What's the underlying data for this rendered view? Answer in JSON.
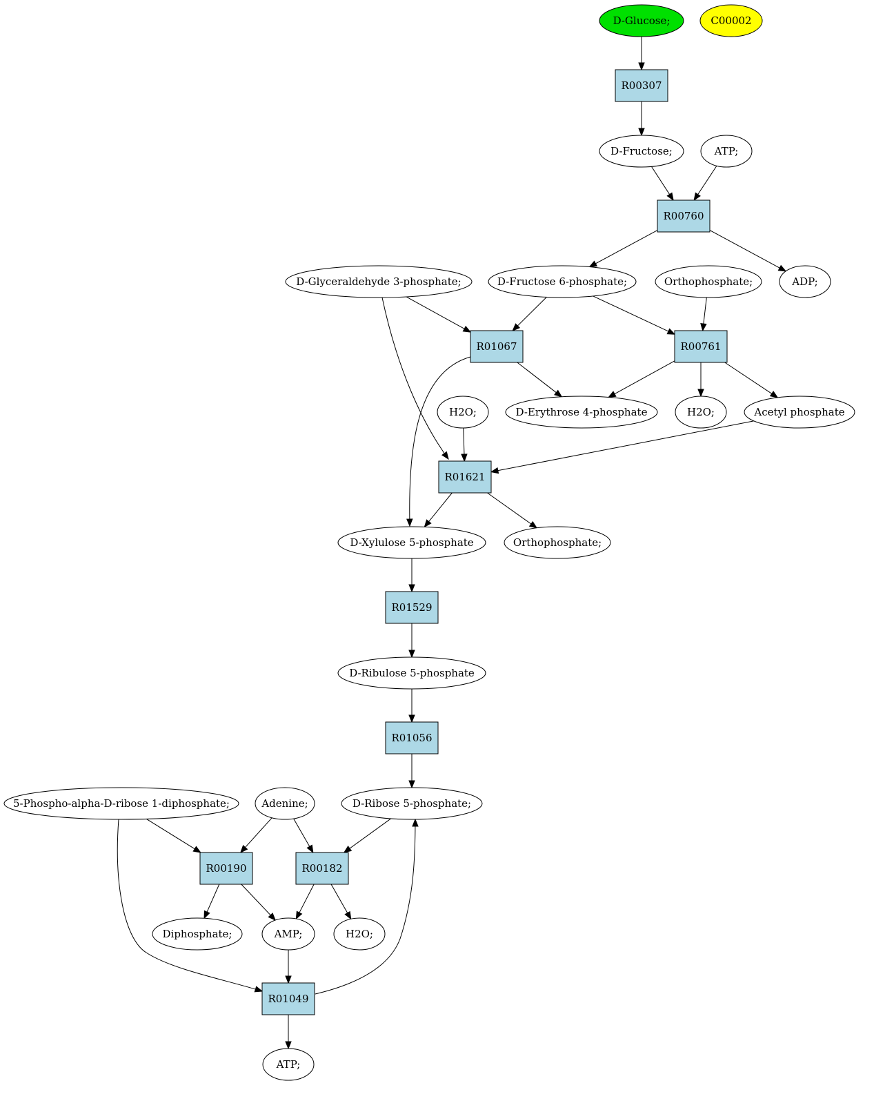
{
  "colors": {
    "reaction_fill": "#add8e6",
    "compound_fill": "#ffffff",
    "highlight_start": "#00e000",
    "highlight_query": "#ffff00",
    "stroke": "#000000"
  },
  "nodes": [
    {
      "id": "glucose",
      "type": "compound",
      "label": "D-Glucose;",
      "fill": "#00e000"
    },
    {
      "id": "c00002",
      "type": "compound",
      "label": "C00002",
      "fill": "#ffff00"
    },
    {
      "id": "r00307",
      "type": "reaction",
      "label": "R00307"
    },
    {
      "id": "fructose",
      "type": "compound",
      "label": "D-Fructose;"
    },
    {
      "id": "atp_top",
      "type": "compound",
      "label": "ATP;"
    },
    {
      "id": "r00760",
      "type": "reaction",
      "label": "R00760"
    },
    {
      "id": "gap",
      "type": "compound",
      "label": "D-Glyceraldehyde 3-phosphate;"
    },
    {
      "id": "f6p",
      "type": "compound",
      "label": "D-Fructose 6-phosphate;"
    },
    {
      "id": "pi_top",
      "type": "compound",
      "label": "Orthophosphate;"
    },
    {
      "id": "adp",
      "type": "compound",
      "label": "ADP;"
    },
    {
      "id": "r01067",
      "type": "reaction",
      "label": "R01067"
    },
    {
      "id": "r00761",
      "type": "reaction",
      "label": "R00761"
    },
    {
      "id": "h2o_a",
      "type": "compound",
      "label": "H2O;"
    },
    {
      "id": "e4p",
      "type": "compound",
      "label": "D-Erythrose 4-phosphate"
    },
    {
      "id": "h2o_b",
      "type": "compound",
      "label": "H2O;"
    },
    {
      "id": "acp",
      "type": "compound",
      "label": "Acetyl phosphate"
    },
    {
      "id": "r01621",
      "type": "reaction",
      "label": "R01621"
    },
    {
      "id": "x5p",
      "type": "compound",
      "label": "D-Xylulose 5-phosphate"
    },
    {
      "id": "pi_mid",
      "type": "compound",
      "label": "Orthophosphate;"
    },
    {
      "id": "r01529",
      "type": "reaction",
      "label": "R01529"
    },
    {
      "id": "ru5p",
      "type": "compound",
      "label": "D-Ribulose 5-phosphate"
    },
    {
      "id": "r01056",
      "type": "reaction",
      "label": "R01056"
    },
    {
      "id": "prpp",
      "type": "compound",
      "label": "5-Phospho-alpha-D-ribose 1-diphosphate;"
    },
    {
      "id": "adenine",
      "type": "compound",
      "label": "Adenine;"
    },
    {
      "id": "r5p",
      "type": "compound",
      "label": "D-Ribose 5-phosphate;"
    },
    {
      "id": "r00190",
      "type": "reaction",
      "label": "R00190"
    },
    {
      "id": "r00182",
      "type": "reaction",
      "label": "R00182"
    },
    {
      "id": "ppi",
      "type": "compound",
      "label": "Diphosphate;"
    },
    {
      "id": "amp",
      "type": "compound",
      "label": "AMP;"
    },
    {
      "id": "h2o_c",
      "type": "compound",
      "label": "H2O;"
    },
    {
      "id": "r01049",
      "type": "reaction",
      "label": "R01049"
    },
    {
      "id": "atp_bottom",
      "type": "compound",
      "label": "ATP;"
    }
  ],
  "edges": [
    {
      "from": "glucose",
      "to": "r00307"
    },
    {
      "from": "r00307",
      "to": "fructose"
    },
    {
      "from": "fructose",
      "to": "r00760"
    },
    {
      "from": "atp_top",
      "to": "r00760"
    },
    {
      "from": "r00760",
      "to": "f6p"
    },
    {
      "from": "r00760",
      "to": "adp"
    },
    {
      "from": "gap",
      "to": "r01067"
    },
    {
      "from": "f6p",
      "to": "r01067"
    },
    {
      "from": "f6p",
      "to": "r00761"
    },
    {
      "from": "pi_top",
      "to": "r00761"
    },
    {
      "from": "gap",
      "to": "r01621"
    },
    {
      "from": "r01067",
      "to": "x5p"
    },
    {
      "from": "r01067",
      "to": "e4p"
    },
    {
      "from": "r00761",
      "to": "e4p"
    },
    {
      "from": "r00761",
      "to": "h2o_b"
    },
    {
      "from": "r00761",
      "to": "acp"
    },
    {
      "from": "h2o_a",
      "to": "r01621"
    },
    {
      "from": "acp",
      "to": "r01621"
    },
    {
      "from": "r01621",
      "to": "x5p"
    },
    {
      "from": "r01621",
      "to": "pi_mid"
    },
    {
      "from": "x5p",
      "to": "r01529"
    },
    {
      "from": "r01529",
      "to": "ru5p"
    },
    {
      "from": "ru5p",
      "to": "r01056"
    },
    {
      "from": "r01056",
      "to": "r5p"
    },
    {
      "from": "prpp",
      "to": "r00190"
    },
    {
      "from": "adenine",
      "to": "r00190"
    },
    {
      "from": "adenine",
      "to": "r00182"
    },
    {
      "from": "r5p",
      "to": "r00182"
    },
    {
      "from": "r00190",
      "to": "ppi"
    },
    {
      "from": "r00190",
      "to": "amp"
    },
    {
      "from": "r00182",
      "to": "amp"
    },
    {
      "from": "r00182",
      "to": "h2o_c"
    },
    {
      "from": "prpp",
      "to": "r01049"
    },
    {
      "from": "amp",
      "to": "r01049"
    },
    {
      "from": "r01049",
      "to": "r5p"
    },
    {
      "from": "r01049",
      "to": "atp_bottom"
    }
  ]
}
